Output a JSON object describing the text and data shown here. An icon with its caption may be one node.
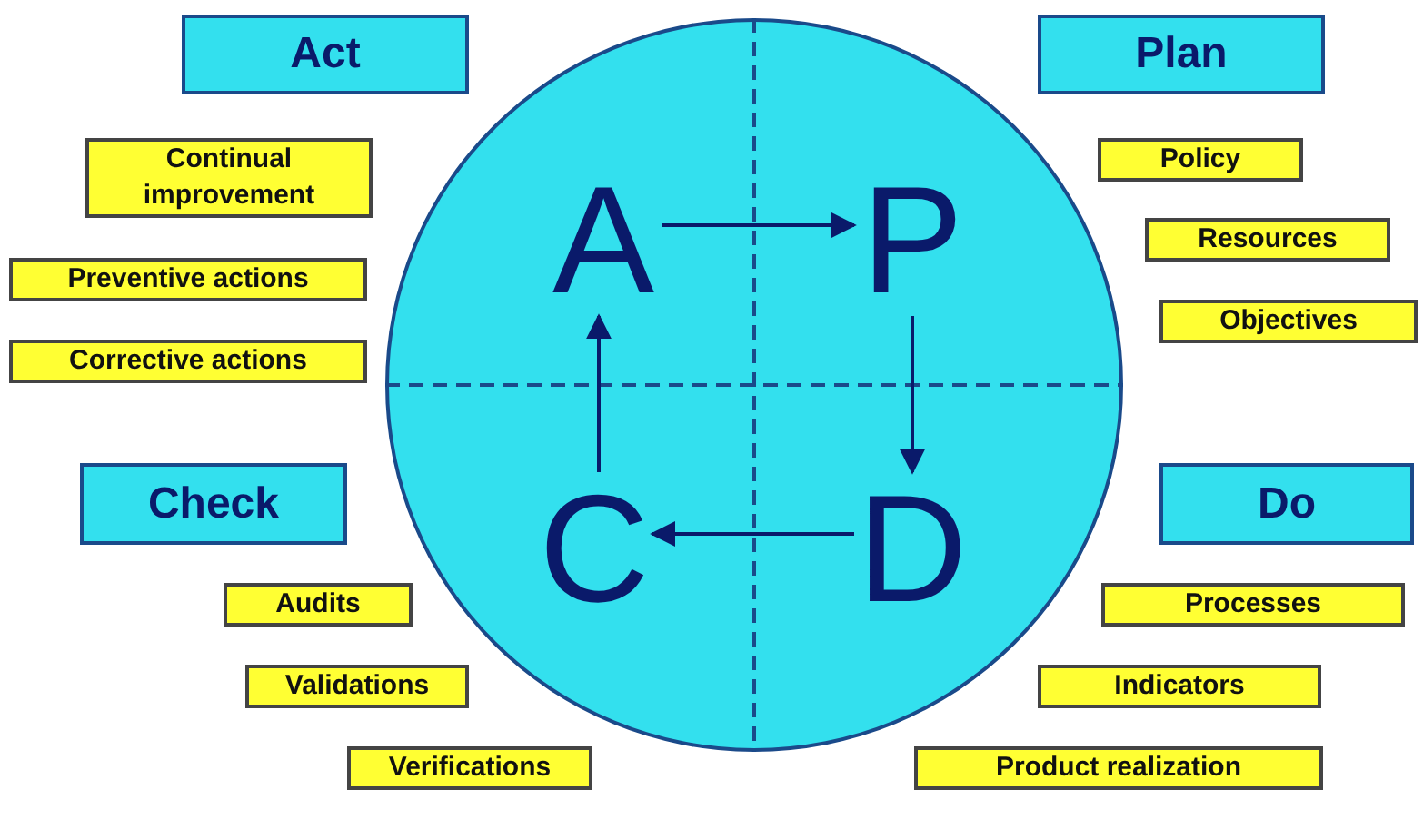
{
  "diagram": {
    "nodes": [
      {
        "text": [
          "Act"
        ]
      },
      {
        "text": [
          "Plan"
        ]
      },
      {
        "text": [],
        "shape": "circle"
      },
      {
        "text": [
          "A"
        ],
        "in": 2
      },
      {
        "text": [
          "P"
        ],
        "in": 2
      },
      {
        "text": [
          "C"
        ],
        "in": 2
      },
      {
        "text": [
          "D"
        ],
        "in": 2
      },
      {
        "text": [
          "Continual improvement"
        ]
      },
      {
        "text": [
          "Policy"
        ]
      },
      {
        "text": [
          "Resources"
        ]
      },
      {
        "text": [
          "Preventive actions"
        ]
      },
      {
        "text": [
          "Objectives"
        ]
      },
      {
        "text": [
          "Corrective actions"
        ]
      },
      {
        "text": [
          "Check"
        ]
      },
      {
        "text": [
          "Do"
        ]
      },
      {
        "text": [
          "Audits"
        ]
      },
      {
        "text": [
          "Processes"
        ]
      },
      {
        "text": [
          "Validations"
        ]
      },
      {
        "text": [
          "Indicators"
        ]
      },
      {
        "text": [
          "Verifications"
        ]
      },
      {
        "text": [
          "Product realization"
        ]
      }
    ],
    "edges": [
      {
        "from": 3,
        "to": 4,
        "arrow": "to"
      },
      {
        "from": 4,
        "to": 6,
        "arrow": "to"
      },
      {
        "from": 6,
        "to": 5,
        "arrow": "to"
      },
      {
        "from": 5,
        "to": 3,
        "arrow": "to"
      }
    ]
  }
}
